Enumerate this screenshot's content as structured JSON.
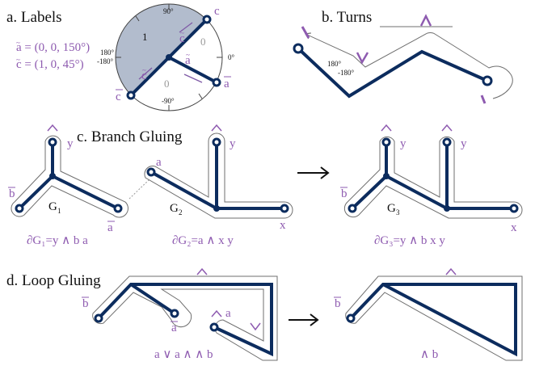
{
  "panels": {
    "a": {
      "title": "a. Labels",
      "eq_a": "a = (0, 0, 150°)",
      "eq_c": "c = (1, 0, 45°)",
      "angle_90": "90°",
      "angle_neg90": "-90°",
      "angle_0": "0°",
      "angle_180": "180°",
      "angle_neg180": "-180°",
      "region_1": "1",
      "region_0_right": "0",
      "region_0_bottom": "0",
      "label_c_top": "c",
      "label_c_tilde": "c",
      "label_c_bottom": "c",
      "label_a_tilde": "a",
      "label_a_mid": "a",
      "label_a_right": "a",
      "label_c_lower_tilde": "c"
    },
    "b": {
      "title": "b. Turns",
      "angle_180": "180°",
      "angle_neg180": "-180°"
    },
    "c": {
      "title": "c. Branch Gluing",
      "g1_label": "G",
      "g1_sub": "1",
      "g2_label": "G",
      "g2_sub": "2",
      "g3_label": "G",
      "g3_sub": "3",
      "g1_y": "y",
      "g1_b": "b",
      "g1_a": "a",
      "g2_a": "a",
      "g2_y": "y",
      "g2_x": "x",
      "g3_y1": "y",
      "g3_y2": "y",
      "g3_b": "b",
      "g3_x": "x",
      "boundary_g1": "∂G₁=y ∧ b a",
      "boundary_g2": "∂G₂=a ∧ x y",
      "boundary_g3": "∂G₃=y ∧ b x y"
    },
    "d": {
      "title": "d. Loop Gluing",
      "left_b": "b",
      "left_a_mid": "a",
      "left_a_top": "a",
      "left_boundary": "a ∨ a ∧ ∧ b",
      "right_b": "b",
      "right_boundary": "∧ b"
    },
    "symbols": {
      "wedge": "∧",
      "vee": "∨",
      "arrow": "→"
    }
  },
  "colors": {
    "edge": "#0c2c5e",
    "accent": "#8e5bb0",
    "shade": "#b2bccd",
    "ribbon": "#6f6f6f"
  }
}
